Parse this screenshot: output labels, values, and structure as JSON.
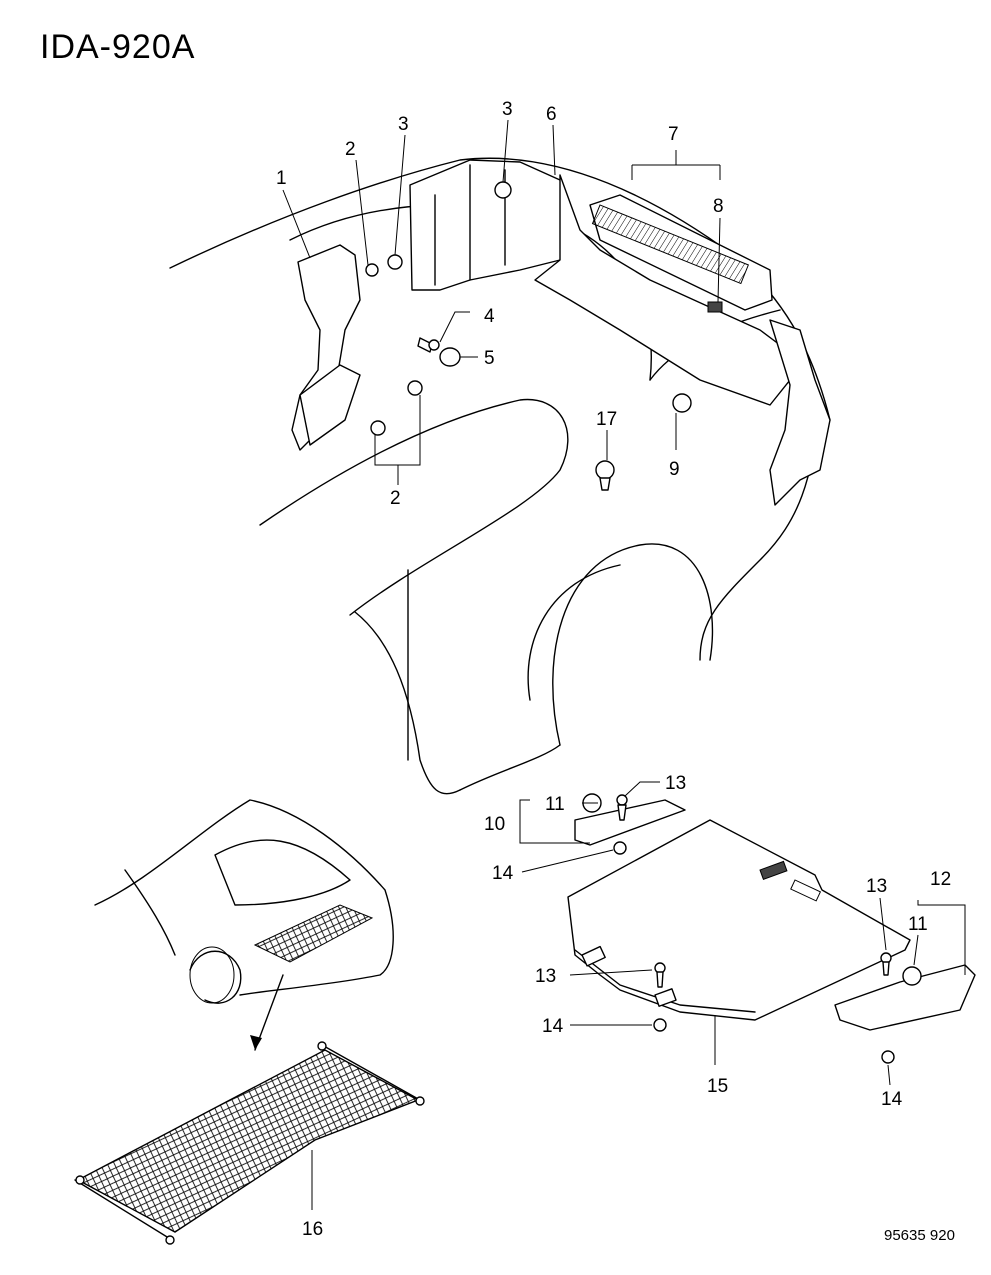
{
  "header": {
    "diagram_id": "IDA-920A"
  },
  "footer": {
    "catalog_number": "95635  920"
  },
  "callouts": [
    {
      "id": "1",
      "label": "1"
    },
    {
      "id": "2a",
      "label": "2"
    },
    {
      "id": "2b",
      "label": "2"
    },
    {
      "id": "3a",
      "label": "3"
    },
    {
      "id": "3b",
      "label": "3"
    },
    {
      "id": "4",
      "label": "4"
    },
    {
      "id": "5",
      "label": "5"
    },
    {
      "id": "6",
      "label": "6"
    },
    {
      "id": "7",
      "label": "7"
    },
    {
      "id": "8",
      "label": "8"
    },
    {
      "id": "9",
      "label": "9"
    },
    {
      "id": "10",
      "label": "10"
    },
    {
      "id": "11a",
      "label": "11"
    },
    {
      "id": "11b",
      "label": "11"
    },
    {
      "id": "12",
      "label": "12"
    },
    {
      "id": "13a",
      "label": "13"
    },
    {
      "id": "13b",
      "label": "13"
    },
    {
      "id": "13c",
      "label": "13"
    },
    {
      "id": "14a",
      "label": "14"
    },
    {
      "id": "14b",
      "label": "14"
    },
    {
      "id": "14c",
      "label": "14"
    },
    {
      "id": "15",
      "label": "15"
    },
    {
      "id": "16",
      "label": "16"
    },
    {
      "id": "17",
      "label": "17"
    }
  ]
}
